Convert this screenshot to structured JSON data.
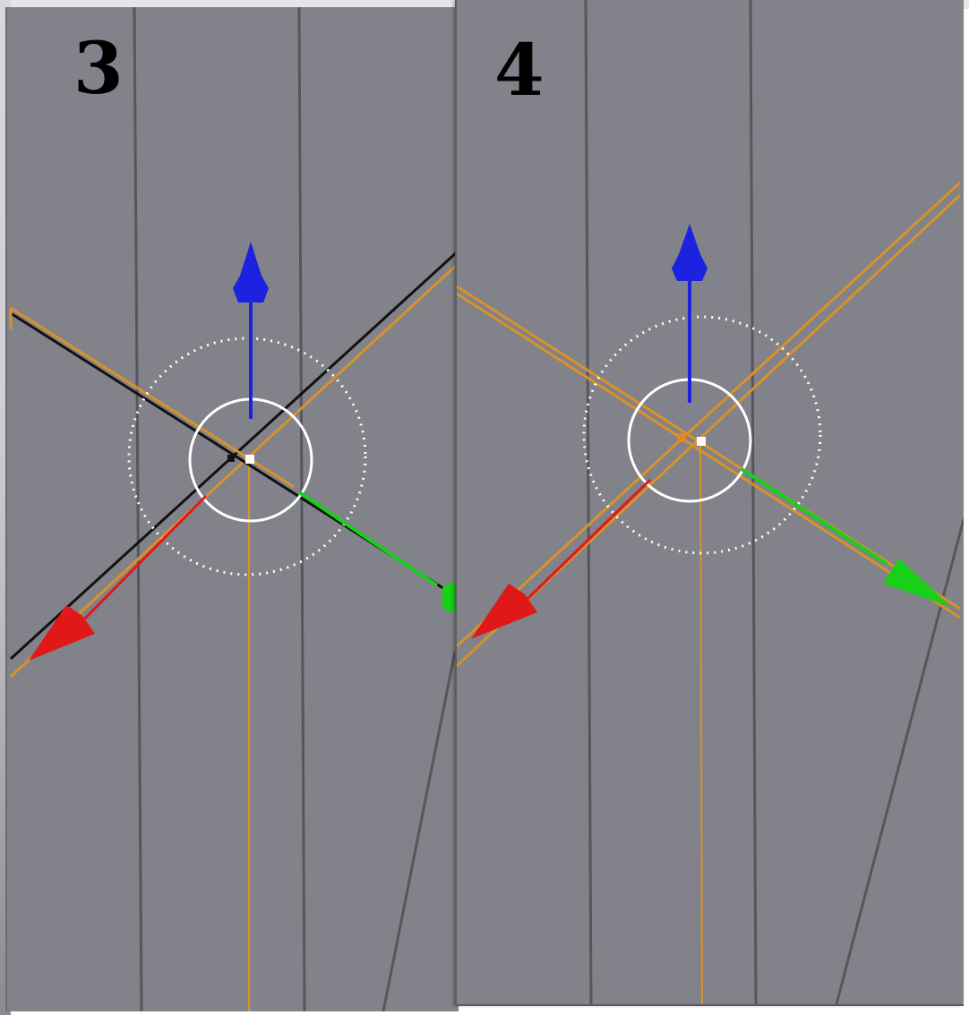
{
  "panels": [
    {
      "id": "3",
      "label": "3"
    },
    {
      "id": "4",
      "label": "4"
    }
  ],
  "colors": {
    "viewport_bg": "#82828a",
    "edge": "#56565c",
    "selected_edge": "#d8922a",
    "axis_x": "#e01818",
    "axis_y": "#18d018",
    "axis_z": "#1c22e0",
    "gizmo_ring": "#ffffff"
  },
  "icons": [
    "red-x-axis-arrow",
    "green-y-axis-arrow",
    "blue-z-axis-arrow",
    "rotation-ring",
    "dotted-trackball-ring",
    "pivot-point"
  ]
}
